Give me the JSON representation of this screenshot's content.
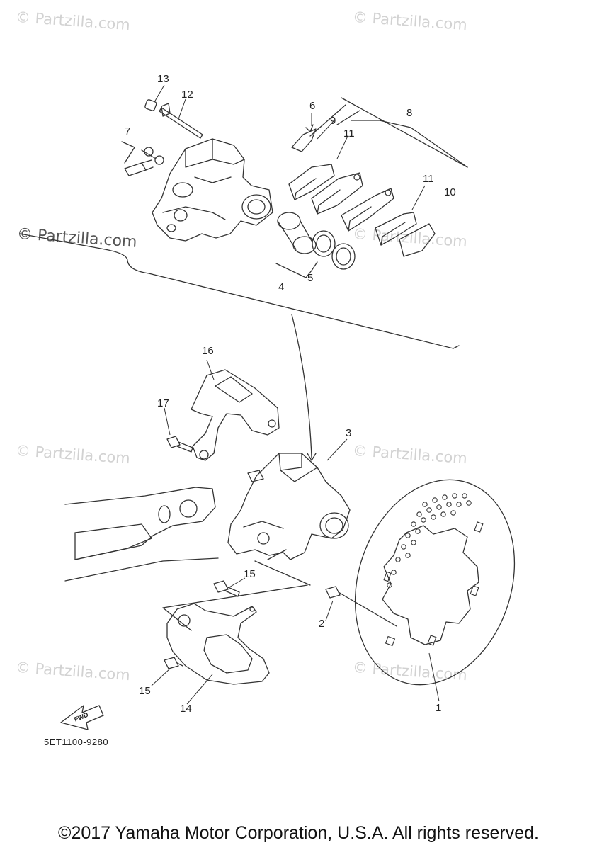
{
  "watermark_text": "© Partzilla.com",
  "part_number": "5ET1100-9280",
  "fwd_label": "FWD",
  "copyright": "©2017 Yamaha Motor Corporation, U.S.A. All rights reserved.",
  "callouts": {
    "c1": "1",
    "c2": "2",
    "c3": "3",
    "c4": "4",
    "c5": "5",
    "c6": "6",
    "c7": "7",
    "c8": "8",
    "c9": "9",
    "c10": "10",
    "c11a": "11",
    "c11b": "11",
    "c12": "12",
    "c13": "13",
    "c14": "14",
    "c15a": "15",
    "c15b": "15",
    "c16": "16",
    "c17": "17"
  }
}
